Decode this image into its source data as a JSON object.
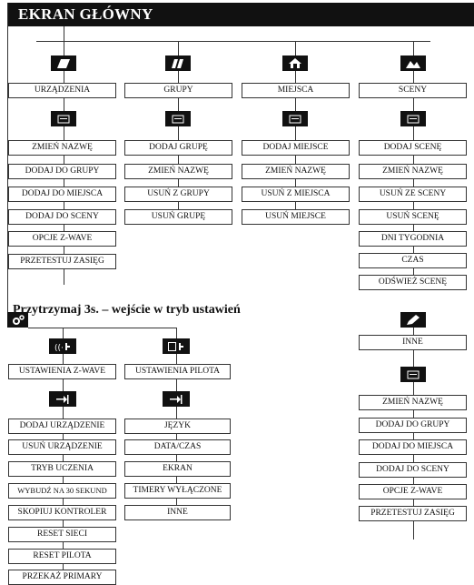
{
  "title": "EKRAN GŁÓWNY",
  "columns": [
    {
      "icon": "devices-icon",
      "header": "URZĄDZENIA",
      "items": [
        "ZMIEŃ NAZWĘ",
        "DODAJ DO GRUPY",
        "DODAJ DO MIEJSCA",
        "DODAJ DO SCENY",
        "OPCJE Z-WAVE",
        "PRZETESTUJ ZASIĘG"
      ]
    },
    {
      "icon": "groups-icon",
      "header": "GRUPY",
      "items": [
        "DODAJ GRUPĘ",
        "ZMIEŃ NAZWĘ",
        "USUŃ Z GRUPY",
        "USUŃ GRUPĘ"
      ]
    },
    {
      "icon": "home-icon",
      "header": "MIEJSCA",
      "items": [
        "DODAJ MIEJSCE",
        "ZMIEŃ NAZWĘ",
        "USUŃ Z MIEJSCA",
        "USUŃ MIEJSCE"
      ]
    },
    {
      "icon": "scenes-icon",
      "header": "SCENY",
      "items": [
        "DODAJ SCENĘ",
        "ZMIEŃ NAZWĘ",
        "USUŃ ZE SCENY",
        "USUŃ SCENĘ",
        "DNI TYGODNIA",
        "CZAS",
        "ODŚWIEŻ SCENĘ"
      ]
    }
  ],
  "settings": {
    "title": "Przytrzymaj 3s. – wejście w tryb ustawień",
    "zwave": {
      "header": "USTAWIENIA Z-WAVE",
      "items": [
        "DODAJ URZĄDZENIE",
        "USUŃ URZĄDZENIE",
        "TRYB UCZENIA",
        "WYBUDŹ NA 30 SEKUND",
        "SKOPIUJ KONTROLER",
        "RESET SIECI",
        "RESET PILOTA",
        "PRZEKAŻ PRIMARY"
      ]
    },
    "remote": {
      "header": "USTAWIENIA PILOTA",
      "items": [
        "JĘZYK",
        "DATA/CZAS",
        "EKRAN",
        "TIMERY WYŁĄCZONE",
        "INNE"
      ]
    }
  },
  "other": {
    "header": "INNE",
    "items": [
      "ZMIEŃ NAZWĘ",
      "DODAJ DO GRUPY",
      "DODAJ DO MIEJSCA",
      "DODAJ DO SCENY",
      "OPCJE Z-WAVE",
      "PRZETESTUJ ZASIĘG"
    ]
  }
}
